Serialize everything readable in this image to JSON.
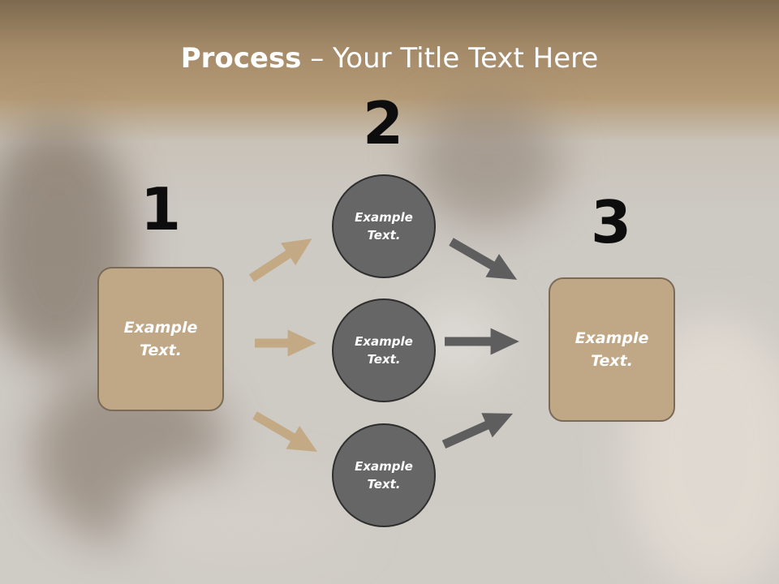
{
  "title": {
    "bold": "Process",
    "rest": " – Your Title Text Here"
  },
  "steps": [
    {
      "number": "1",
      "text": [
        "Example",
        "Text."
      ]
    },
    {
      "number": "2",
      "text": [
        "Example",
        "Text."
      ]
    },
    {
      "number": "3",
      "text": [
        "Example",
        "Text."
      ]
    }
  ],
  "circles": [
    {
      "text": [
        "Example",
        "Text."
      ]
    },
    {
      "text": [
        "Example",
        "Text."
      ]
    },
    {
      "text": [
        "Example",
        "Text."
      ]
    }
  ],
  "colors": {
    "tan_box": "#c0a785",
    "tan_arrow": "#c3a984",
    "circle_fill": "#666666",
    "gray_arrow": "#5e5e5e",
    "number_text": "#0d0d0d"
  }
}
